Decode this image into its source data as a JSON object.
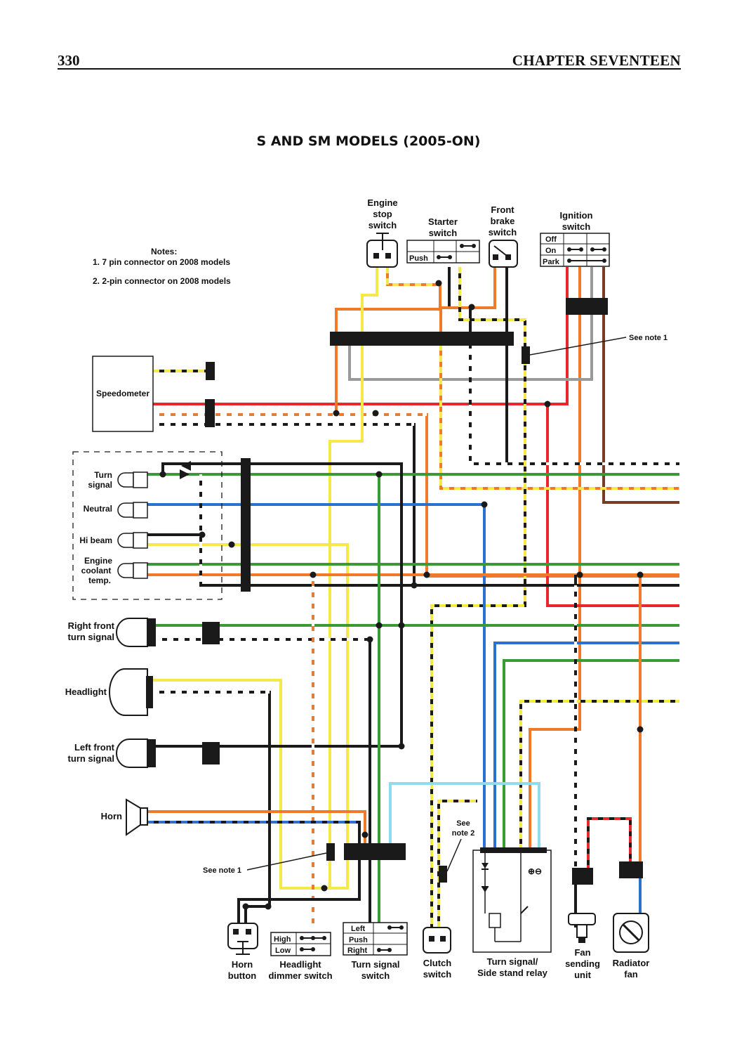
{
  "header": {
    "page_number": "330",
    "chapter": "CHAPTER SEVENTEEN"
  },
  "title": "S AND SM MODELS (2005-ON)",
  "notes": {
    "heading": "Notes:",
    "items": [
      "1. 7 pin connector on 2008 models",
      "2. 2-pin connector on 2008 models"
    ]
  },
  "components": {
    "engine_stop": [
      "Engine",
      "stop",
      "switch"
    ],
    "starter": [
      "Starter",
      "switch"
    ],
    "starter_push": "Push",
    "front_brake": [
      "Front",
      "brake",
      "switch"
    ],
    "ignition": [
      "Ignition",
      "switch"
    ],
    "ignition_rows": [
      "Off",
      "On",
      "Park"
    ],
    "speedometer": "Speedometer",
    "turn_ind": [
      "Turn",
      "signal"
    ],
    "neutral": "Neutral",
    "hi_beam": "Hi beam",
    "coolant": [
      "Engine",
      "coolant",
      "temp."
    ],
    "rf_turn": [
      "Right front",
      "turn signal"
    ],
    "headlight": "Headlight",
    "lf_turn": [
      "Left front",
      "turn signal"
    ],
    "horn": "Horn",
    "horn_button": [
      "Horn",
      "button"
    ],
    "dimmer": [
      "Headlight",
      "dimmer switch"
    ],
    "dimmer_rows": [
      "High",
      "Low"
    ],
    "turn_switch": [
      "Turn signal",
      "switch"
    ],
    "turn_switch_rows": [
      "Left",
      "Push",
      "Right"
    ],
    "clutch": [
      "Clutch",
      "switch"
    ],
    "relay": [
      "Turn signal/",
      "Side stand relay"
    ],
    "relay_symbol": "⊕⊖",
    "fan_unit": [
      "Fan",
      "sending",
      "unit"
    ],
    "rad_fan": [
      "Radiator",
      "fan"
    ]
  },
  "callouts": {
    "see_note_1_top": "See note 1",
    "see_note_1_bottom": "See note 1",
    "see_note_2": [
      "See",
      "note 2"
    ]
  },
  "wire_colors": {
    "red": "#e8262b",
    "orange": "#f07a2a",
    "green": "#3a9a34",
    "blue": "#2b72d0",
    "black": "#1a1a1a",
    "yellow": "#f5e84a",
    "brown": "#7a3b22",
    "gray": "#9a9a9a",
    "lightblue": "#8fdcef"
  }
}
